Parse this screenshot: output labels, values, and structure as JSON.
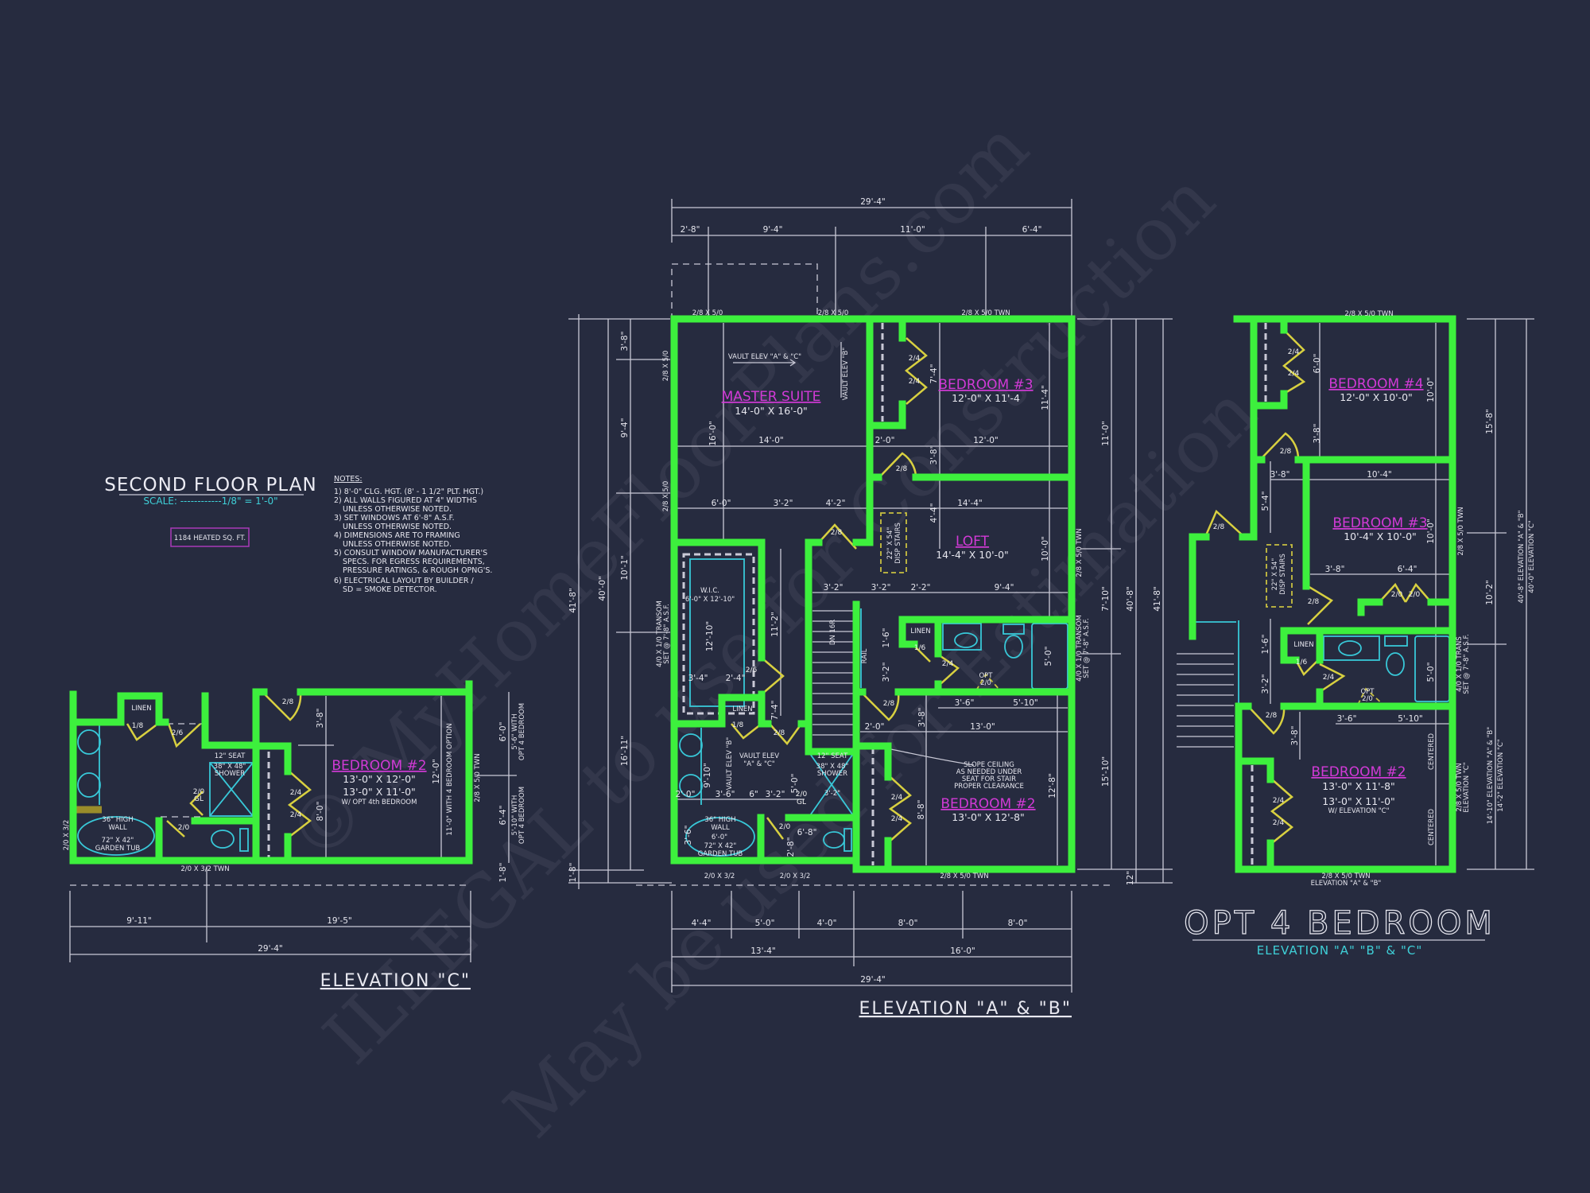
{
  "title_block": {
    "title": "SECOND FLOOR PLAN",
    "scale": "SCALE: ------------1/8\" = 1'-0\"",
    "area": "1184 HEATED SQ. FT."
  },
  "notes": {
    "heading": "NOTES:",
    "lines": [
      "1) 8'-0\"  CLG. HGT. (8' - 1 1/2\" PLT. HGT.)",
      "2) ALL  WALLS FIGURED AT 4\" WIDTHS",
      "UNLESS OTHERWISE NOTED.",
      "3) SET WINDOWS AT 6'-8\" A.S.F.",
      "UNLESS OTHERWISE NOTED.",
      "4) DIMENSIONS ARE TO FRAMING",
      "UNLESS OTHERWISE NOTED.",
      "5) CONSULT WINDOW MANUFACTURER'S",
      "SPECS. FOR EGRESS REQUIREMENTS,",
      "PRESSURE RATINGS, & ROUGH OPNG'S.",
      "6) ELECTRICAL LAYOUT BY BUILDER /",
      "SD = SMOKE DETECTOR."
    ]
  },
  "plan_ab": {
    "elevation_label": "ELEVATION \"A\" & \"B\"",
    "rooms": {
      "master_suite": {
        "name": "MASTER SUITE",
        "size": "14'-0\" X 16'-0\""
      },
      "bedroom_3": {
        "name": "BEDROOM #3",
        "size": "12'-0\" X 11'-4"
      },
      "loft": {
        "name": "LOFT",
        "size": "14'-4\" X 10'-0\""
      },
      "bedroom_2": {
        "name": "BEDROOM #2",
        "size": "13'-0\" X 12'-8\""
      },
      "wic": {
        "name": "W.I.C.",
        "size": "6'-0\" X 12'-10\""
      }
    },
    "overall_top": "29'-4\"",
    "top_dims": [
      "2'-8\"",
      "9'-4\"",
      "11'-0\"",
      "6'-4\""
    ],
    "bottom_dims": [
      "4'-4\"",
      "5'-0\"",
      "4'-0\"",
      "8'-0\"",
      "8'-0\""
    ],
    "bottom_sub": [
      "13'-4\"",
      "16'-0\""
    ],
    "overall_bottom": "29'-4\"",
    "left_dims": {
      "overall": "41'-8\"",
      "wall": "40'-0\"",
      "segments": [
        "3'-8\"",
        "9'-4\"",
        "10'-1\"",
        "16'-11\""
      ],
      "offset": "1'-8\""
    },
    "right_dims": {
      "segments": [
        "11'-0\"",
        "7'-10\"",
        "15'-10\""
      ],
      "wall": "40'-8\"",
      "overall": "41'-8\"",
      "offset": "12\""
    },
    "windows": [
      "2/8 X 5/0",
      "2/8 X 5/0",
      "2/8 X 5/0 TWN",
      "2/8 X 5/0",
      "2/8 X 5/0",
      "4/0 X 1/0 TRANSOM",
      "SET @ 7'-8\" A.S.F.",
      "2/8 X 5/0 TWN",
      "4/0 X 1/0 TRANSOM",
      "SET @ 7'-8\" A.S.F.",
      "2/0 X 3/2",
      "2/0 X 3/2",
      "2/8 X 5/0 TWN"
    ],
    "dims": [
      "16'-0\"",
      "14'-0\"",
      "2'-0\"",
      "12'-0\"",
      "7'-4\"",
      "11'-4\"",
      "3'-8\"",
      "6'-0\"",
      "3'-2\"",
      "4'-2\"",
      "4'-4\"",
      "14'-4\"",
      "10'-0\"",
      "3'-2\"",
      "3'-2\"",
      "2'-2\"",
      "9'-4\"",
      "12'-10\"",
      "11'-2\"",
      "3'-4\"",
      "2'-4\"",
      "7'-4\"",
      "9'-10\"",
      "2'-0\"",
      "3'-6\"",
      "6\"",
      "3'-2\"",
      "5'-0\"",
      "3'-6\"",
      "6'-0\"",
      "6'-8\"",
      "2'-8\"",
      "3'-2\"",
      "1'-6\"",
      "3'-2\"",
      "5'-0\"",
      "3'-8\"",
      "3'-6\"",
      "5'-10\"",
      "2'-0\"",
      "13'-0\"",
      "8'-8\"",
      "12'-8\""
    ],
    "doors": [
      "2/4",
      "2/4",
      "2/8",
      "2/8",
      "2/6",
      "1/8",
      "2/8",
      "2/0",
      "GL",
      "2/0",
      "1/6",
      "2/4",
      "OPT",
      "2/0",
      "2/8",
      "2/4",
      "2/4"
    ],
    "annotations": {
      "vault_ac": "VAULT ELEV \"A\" & \"C\"",
      "vault_b": "VAULT ELEV \"B\"",
      "linen_1": "LINEN",
      "linen_2": "LINEN",
      "vault_b_bath": "VAULT ELEV \"B\"",
      "vault_elev": "VAULT ELEV",
      "vault_elev_ac": "\"A\" & \"C\"",
      "seat": "12\" SEAT",
      "shower_size": "38\" X 48\"",
      "shower": "SHOWER",
      "tub_wall_1": "36\" HIGH",
      "tub_wall_2": "WALL",
      "tub_size": "72\" X 42\"",
      "tub": "GARDEN TUB",
      "disp_stairs_size": "22\" X 54\"",
      "disp_stairs": "DISP STAIRS",
      "stair_dn": "DN 16R",
      "rail": "RAIL",
      "slope": [
        "SLOPE CEILING",
        "AS NEEDED UNDER",
        "SEAT FOR STAIR",
        "PROPER CLEARANCE"
      ]
    }
  },
  "plan_c": {
    "elevation_label": "ELEVATION \"C\"",
    "bedroom_2": {
      "name": "BEDROOM #2",
      "size": "13'-0\" X 12'-0\"",
      "alt_size": "13'-0\" X 11'-0\"",
      "alt_note": "W/ OPT 4th BEDROOM"
    },
    "doors": [
      "2/8",
      "1/8",
      "2/6",
      "2/0",
      "GL",
      "2/0",
      "2/4",
      "2/4"
    ],
    "annotations": [
      "LINEN",
      "12\" SEAT",
      "38\" X 48\"",
      "SHOWER",
      "36\" HIGH",
      "WALL",
      "72\" X 42\"",
      "GARDEN TUB"
    ],
    "windows": [
      "2/0 X 3/2 TWN",
      "2/0 X 3/2",
      "2/8 X 5/0 TWN"
    ],
    "dims": [
      "3'-8\"",
      "8'-0\"",
      "12'-0\"",
      "11'-0\" WITH 4 BEDROOM OPTION",
      "9'-11\"",
      "19'-5\"",
      "29'-4\"",
      "6'-0\"",
      "5'-6\" WITH",
      "OPT 4 BEDROOM",
      "6'-4\"",
      "5'-10\" WITH",
      "OPT 4 BEDROOM",
      "1'-8\""
    ]
  },
  "plan_opt4": {
    "title": "OPT 4 BEDROOM",
    "subtitle": "ELEVATION \"A\" \"B\" & \"C\"",
    "rooms": {
      "bedroom_4": {
        "name": "BEDROOM #4",
        "size": "12'-0\" X 10'-0\""
      },
      "bedroom_3": {
        "name": "BEDROOM #3",
        "size": "10'-4\" X 10'-0\""
      },
      "bedroom_2": {
        "name": "BEDROOM #2",
        "size": "13'-0\" X 11'-8\"",
        "alt_size": "13'-0\" X 11'-0\"",
        "alt_note": "W/ ELEVATION \"C\""
      }
    },
    "doors": [
      "2/4",
      "2/4",
      "2/8",
      "2/8",
      "2/8",
      "2/0",
      "2/0",
      "1/6",
      "2/4",
      "OPT",
      "2/0",
      "2/8",
      "2/4",
      "2/4"
    ],
    "dims": [
      "6'-0\"",
      "10'-0\"",
      "3'-8\"",
      "3'-8\"",
      "10'-4\"",
      "5'-4\"",
      "10'-0\"",
      "3'-8\"",
      "6'-4\"",
      "1'-6\"",
      "3'-2\"",
      "5'-0\"",
      "3'-8\"",
      "3'-6\"",
      "5'-10\"",
      "CENTERED",
      "CENTERED",
      "15'-8\"",
      "10'-2\"",
      "14'-10\" ELEVATION \"A\" & \"B\"",
      "14'-2\" ELEVATION \"C\"",
      "40'-8\" ELEVATION \"A\" & \"B\"",
      "40'-0\" ELEVATION \"C\""
    ],
    "windows": [
      "2/8 X 5/0 TWN",
      "2/8 X 5/0 TWN",
      "4/0 X 1/0 TRANS",
      "SET @ 7'-8\" A.S.F.",
      "2/8 X 5/0 TWN",
      "ELEVATION \"C\"",
      "2/8 X 5/0 TWN",
      "ELEVATION \"A\" & \"B\""
    ],
    "annotations": [
      "LINEN",
      "22\" X 54\"",
      "DISP STAIRS"
    ]
  },
  "watermark": [
    "© MyHomeFloorPlans.com",
    "ILLEGAL to use for Construction",
    "May be used for Estimation"
  ],
  "colors": {
    "background": "#262b3f",
    "walls": "#3df03d",
    "doors": "#d8d040",
    "fixtures": "#38c8d8",
    "room_labels": "#d13ad6",
    "dimensions": "#c9c9d6"
  }
}
